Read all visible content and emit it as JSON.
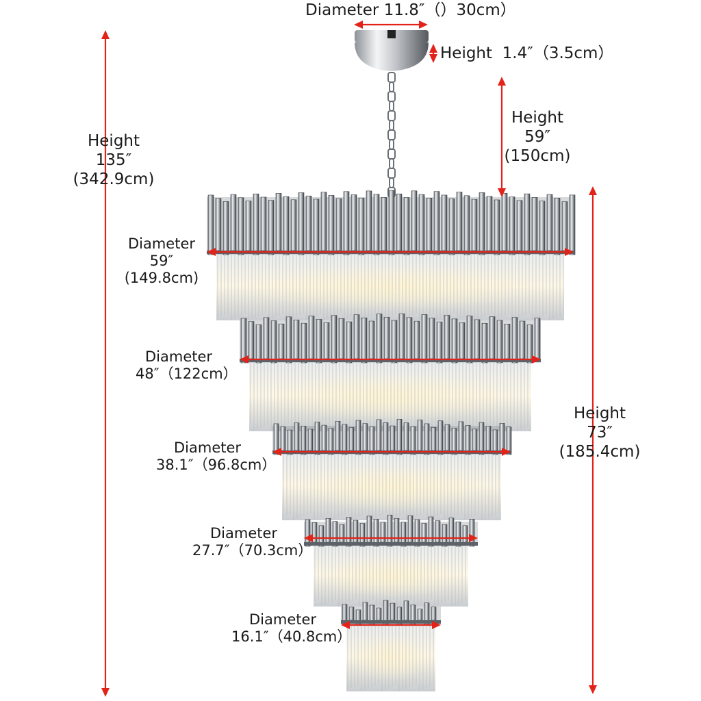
{
  "colors": {
    "arrow": "#e2231a",
    "text": "#1a1a1a",
    "chrome": "#9aa0a6",
    "crystal": "#d9dde0"
  },
  "canopy": {
    "diameter": {
      "title": "Diameter",
      "value": "11.8″（）30cm）"
    },
    "height": {
      "title": "Height",
      "value": "1.4″（3.5cm）"
    }
  },
  "chain_height": {
    "title": "Height",
    "imperial": "59″",
    "metric": "(150cm)"
  },
  "overall_height": {
    "title": "Height",
    "imperial": "135″",
    "metric": "(342.9cm)"
  },
  "body_height": {
    "title": "Height",
    "imperial": "73″",
    "metric": "(185.4cm)"
  },
  "tiers": [
    {
      "title": "Diameter",
      "line1": "59″",
      "line2": "(149.8cm)"
    },
    {
      "title": "Diameter",
      "line1": "48″（122cm）",
      "line2": ""
    },
    {
      "title": "Diameter",
      "line1": "38.1″（96.8cm）",
      "line2": ""
    },
    {
      "title": "Diameter",
      "line1": "27.7″（70.3cm）",
      "line2": ""
    },
    {
      "title": "Diameter",
      "line1": "16.1″（40.8cm）",
      "line2": ""
    }
  ]
}
